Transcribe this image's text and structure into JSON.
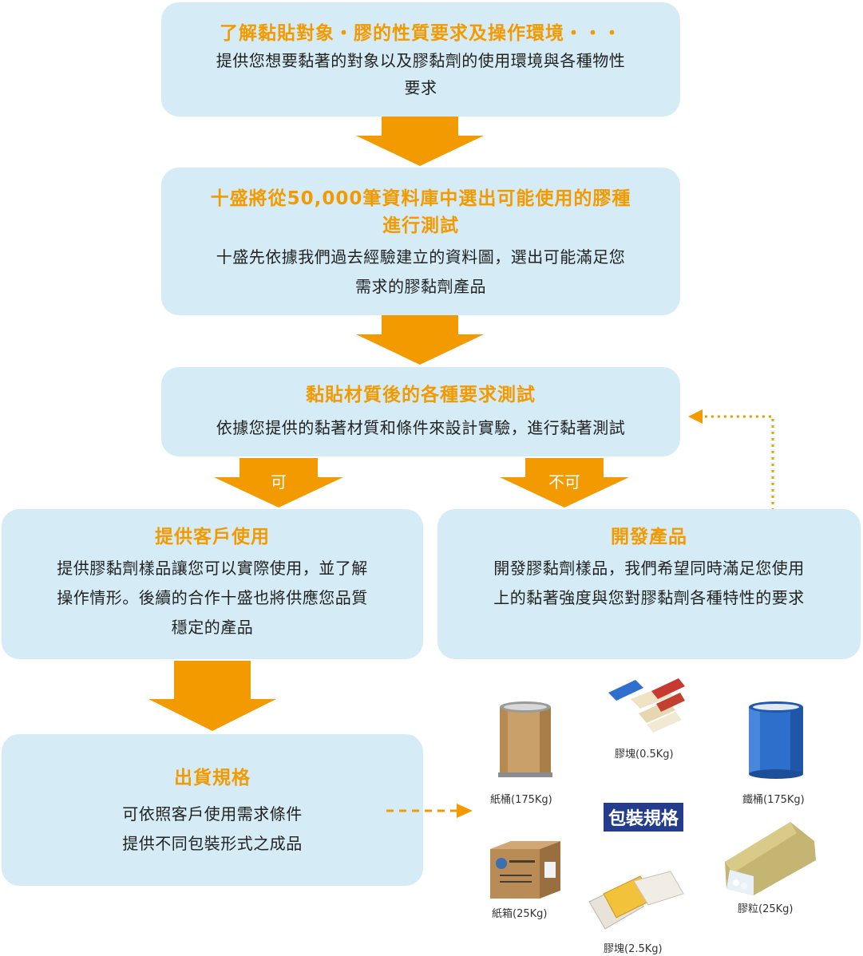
{
  "steps": {
    "step1": {
      "title": "了解黏貼對象・膠的性質要求及操作環境・・・",
      "body_lines": [
        "提供您想要黏著的對象以及膠黏劑的使用環境與各種物性",
        "要求"
      ]
    },
    "step2": {
      "title_lines": [
        "十盛將從50,000筆資料庫中選出可能使用的膠種",
        "進行測試"
      ],
      "body_lines": [
        "十盛先依據我們過去經驗建立的資料圖，選出可能滿足您",
        "需求的膠黏劑產品"
      ]
    },
    "step3": {
      "title": "黏貼材質後的各種要求測試",
      "body": "依據您提供的黏著材質和條件來設計實驗，進行黏著測試"
    },
    "branch_yes": {
      "label": "可",
      "title": "提供客戶使用",
      "body_lines": [
        "提供膠黏劑樣品讓您可以實際使用，並了解",
        "操作情形。後續的合作十盛也將供應您品質",
        "穩定的產品"
      ]
    },
    "branch_no": {
      "label": "不可",
      "title": "開發產品",
      "body_lines": [
        "開發膠黏劑樣品，我們希望同時滿足您使用",
        "上的黏著強度與您對膠黏劑各種特性的要求"
      ]
    },
    "shipping": {
      "title": "出貨規格",
      "body_lines": [
        "可依照客戶使用需求條件",
        "提供不同包裝形式之成品"
      ]
    }
  },
  "packaging": {
    "title": "包裝規格",
    "items": {
      "paper_drum": "紙桶(175Kg)",
      "block_small": "膠塊(0.5Kg)",
      "iron_drum": "鐵桶(175Kg)",
      "carton": "紙箱(25Kg)",
      "block_large": "膠塊(2.5Kg)",
      "granules": "膠粒(25Kg)"
    }
  },
  "colors": {
    "box_bg": "#d5ecf7",
    "accent_orange": "#f39a00",
    "pkg_title_bg": "#233c8c"
  }
}
